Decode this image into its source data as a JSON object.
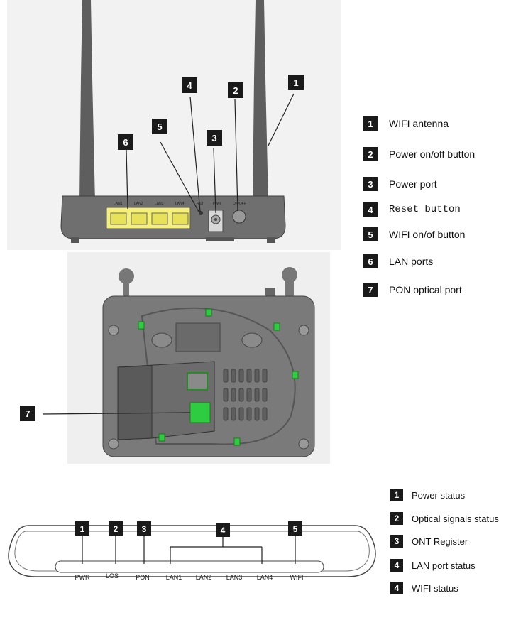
{
  "rear_callouts": [
    "1",
    "2",
    "3",
    "4",
    "5",
    "6"
  ],
  "bottom_callout": "7",
  "port_labels": [
    "LAN1",
    "LAN2",
    "LAN3",
    "LAN4",
    "RST",
    "PWR",
    "ON/OFF"
  ],
  "legend_top": [
    {
      "num": "1",
      "text": "WIFI antenna"
    },
    {
      "num": "2",
      "text": "Power on/off button"
    },
    {
      "num": "3",
      "text": "Power port"
    },
    {
      "num": "4",
      "text": "Reset button"
    },
    {
      "num": "5",
      "text": "WIFI on/of button"
    },
    {
      "num": "6",
      "text": "LAN ports"
    },
    {
      "num": "7",
      "text": "PON optical port"
    }
  ],
  "front_callouts": [
    "1",
    "2",
    "3",
    "4",
    "5"
  ],
  "front_labels": [
    "PWR",
    "LOS",
    "PON",
    "LAN1",
    "LAN2",
    "LAN3",
    "LAN4",
    "WIFI"
  ],
  "legend_bottom": [
    {
      "num": "1",
      "text": "Power status"
    },
    {
      "num": "2",
      "text": "Optical signals status"
    },
    {
      "num": "3",
      "text": "ONT Register"
    },
    {
      "num": "4",
      "text": "LAN port status"
    },
    {
      "num": "4",
      "text": "WIFI status"
    }
  ],
  "colors": {
    "device": "#6f6f6f",
    "device_dark": "#555555",
    "lan_yellow": "#f4f07a",
    "pon_green": "#2ecc40",
    "badge": "#1a1a1a"
  }
}
